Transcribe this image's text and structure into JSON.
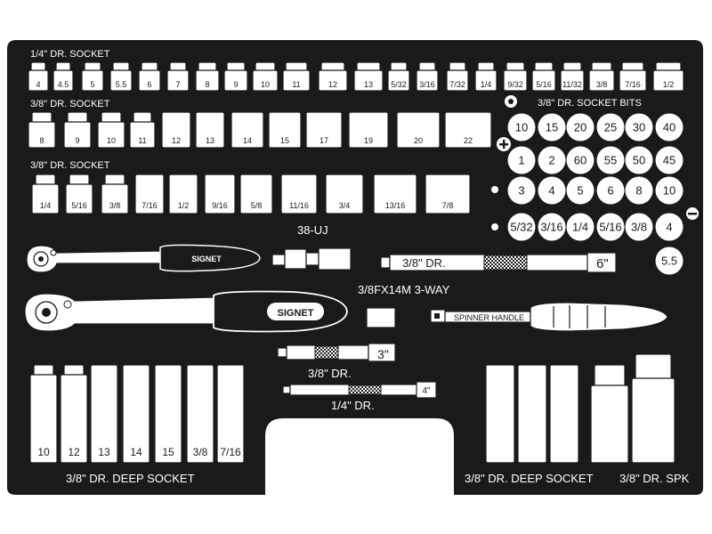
{
  "colors": {
    "tray": "#1a1a1a",
    "cutout": "#ffffff",
    "ink": "#1a1a1a"
  },
  "labels": {
    "quarter_socket": "1/4\" DR. SOCKET",
    "metric_socket": "3/8\" DR. SOCKET",
    "sae_socket": "3/8\" DR. SOCKET",
    "socket_bits": "3/8\" DR. SOCKET BITS",
    "uj": "38-UJ",
    "ext_6": "3/8\" DR.",
    "ext_6_len": "6\"",
    "three_way": "3/8FX14M 3-WAY",
    "spinner": "SPINNER HANDLE",
    "ext_3_len": "3\"",
    "ext_3_dr": "3/8\" DR.",
    "ext_4_len": "4\"",
    "ext_4_dr": "1/4\" DR.",
    "deep_left": "3/8\" DR. DEEP SOCKET",
    "deep_right": "3/8\" DR. DEEP SOCKET",
    "spk": "3/8\" DR. SPK",
    "brand_small": "SIGNET",
    "brand_large": "SIGNET"
  },
  "row1_sizes": [
    "4",
    "4.5",
    "5",
    "5.5",
    "6",
    "7",
    "8",
    "9",
    "10",
    "11",
    "12",
    "13",
    "5/32",
    "3/16",
    "7/32",
    "1/4",
    "9/32",
    "5/16",
    "11/32",
    "3/8",
    "7/16",
    "1/2"
  ],
  "row2_sizes": [
    "8",
    "9",
    "10",
    "11",
    "12",
    "13",
    "14",
    "15",
    "17",
    "19",
    "20",
    "22"
  ],
  "row3_sizes": [
    "1/4",
    "5/16",
    "3/8",
    "7/16",
    "1/2",
    "9/16",
    "5/8",
    "11/16",
    "3/4",
    "13/16",
    "7/8"
  ],
  "bits": [
    [
      "10",
      "15",
      "20",
      "25",
      "30",
      "40"
    ],
    [
      "1",
      "2",
      "60",
      "55",
      "50",
      "45"
    ],
    [
      "3",
      "4",
      "5",
      "6",
      "8",
      "10"
    ],
    [
      "5/32",
      "3/16",
      "1/4",
      "5/16",
      "3/8",
      "4"
    ]
  ],
  "bit_extra": "5.5",
  "deep_left_sizes": [
    "10",
    "12",
    "13",
    "14",
    "15",
    "3/8",
    "7/16"
  ],
  "deep_right_count": 3,
  "spk_count": 2
}
